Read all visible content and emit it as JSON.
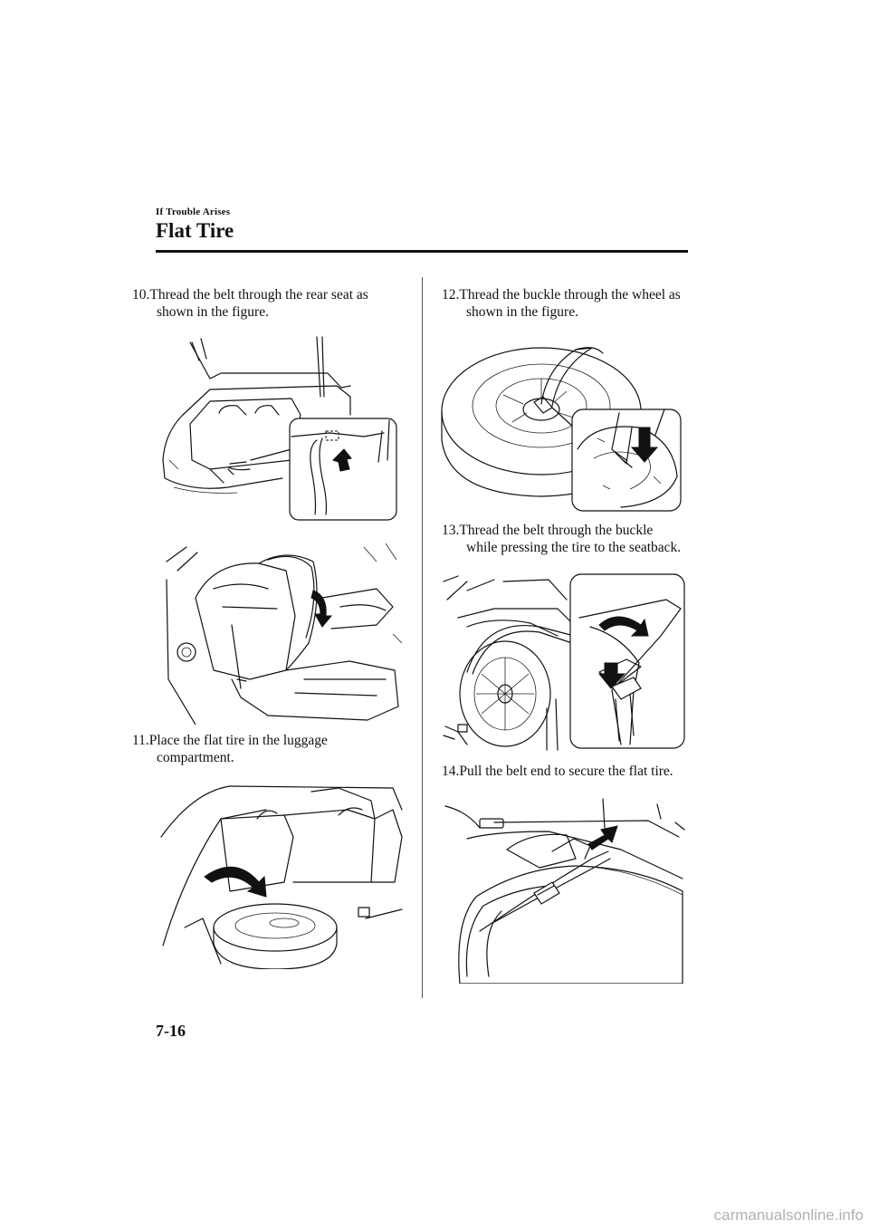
{
  "header": {
    "section": "If Trouble Arises",
    "title": "Flat Tire"
  },
  "steps": {
    "s10": {
      "line1": "10.Thread the belt through the rear seat as",
      "line2": "shown in the figure."
    },
    "s11": {
      "line1": "11.Place the flat tire in the luggage",
      "line2": "compartment."
    },
    "s12": {
      "line1": "12.Thread the buckle through the wheel as",
      "line2": "shown in the figure."
    },
    "s13": {
      "line1": "13.Thread the belt through the buckle",
      "line2": "while pressing the tire to the seatback."
    },
    "s14": {
      "line1": "14.Pull the belt end to secure the flat tire."
    }
  },
  "footer": {
    "page_number": "7-16",
    "watermark": "carmanualsonline.info"
  },
  "colors": {
    "text": "#111111",
    "line_art": "#111111",
    "watermark": "#b0b0b0"
  }
}
